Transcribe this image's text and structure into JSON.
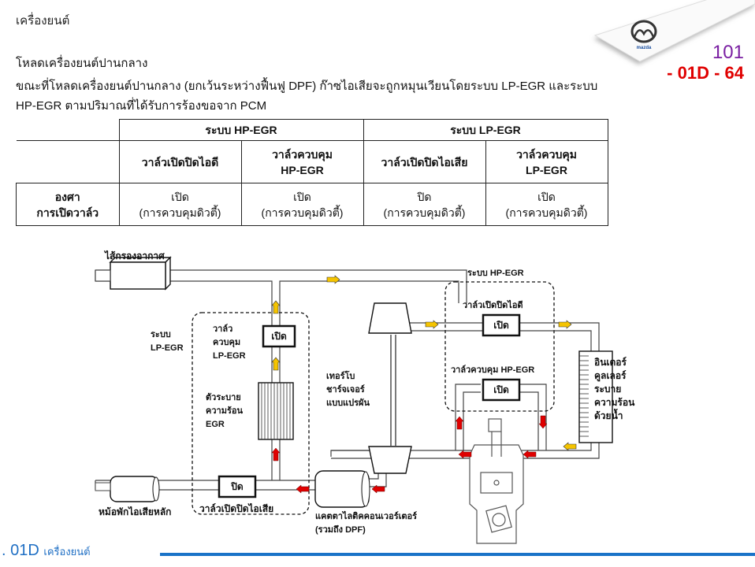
{
  "header": {
    "title": "เครื่องยนต์"
  },
  "page_number": {
    "line1": "101",
    "line2": "- 01D - 64"
  },
  "logo": {
    "brand": "mazda"
  },
  "section": {
    "title": "โหลดเครื่องยนต์ปานกลาง",
    "paragraph": "ขณะที่โหลดเครื่องยนต์ปานกลาง (ยกเว้นระหว่างฟื้นฟู DPF) ก๊าซไอเสียจะถูกหมุนเวียนโดยระบบ LP-EGR และระบบ HP-EGR ตามปริมาณที่ได้รับการร้องขอจาก PCM"
  },
  "table": {
    "groups": [
      "ระบบ HP-EGR",
      "ระบบ LP-EGR"
    ],
    "columns": [
      {
        "line1": "วาล์วเปิดปิดไอดี",
        "line2": ""
      },
      {
        "line1": "วาล์วควบคุม",
        "line2": "HP-EGR"
      },
      {
        "line1": "วาล์วเปิดปิดไอเสีย",
        "line2": ""
      },
      {
        "line1": "วาล์วควบคุม",
        "line2": "LP-EGR"
      }
    ],
    "row": {
      "header_line1": "องศา",
      "header_line2": "การเปิดวาล์ว",
      "cells": [
        {
          "state": "เปิด",
          "mode": "(การควบคุมดิวตี้)"
        },
        {
          "state": "เปิด",
          "mode": "(การควบคุมดิวตี้)"
        },
        {
          "state": "ปิด",
          "mode": "(การควบคุมดิวตี้)"
        },
        {
          "state": "เปิด",
          "mode": "(การควบคุมดิวตี้)"
        }
      ]
    }
  },
  "diagram": {
    "air_filter": "ไส้กรองอากาศ",
    "lp_system_line1": "ระบบ",
    "lp_system_line2": "LP-EGR",
    "lp_valve_line1": "วาล์ว",
    "lp_valve_line2": "ควบคุม",
    "lp_valve_line3": "LP-EGR",
    "lp_valve_state": "เปิด",
    "egr_cooler_line1": "ตัวระบาย",
    "egr_cooler_line2": "ความร้อน",
    "egr_cooler_line3": "EGR",
    "exhaust_valve_state": "ปิด",
    "exhaust_valve_label": "วาล์วเปิดปิดไอเสีย",
    "main_silencer": "หม้อพักไอเสียหลัก",
    "turbo_line1": "เทอร์โบ",
    "turbo_line2": "ชาร์จเจอร์",
    "turbo_line3": "แบบแปรผัน",
    "catalyst_line1": "แคตตาไลติคคอนเวอร์เตอร์",
    "catalyst_line2": "(รวมถึง DPF)",
    "hp_system": "ระบบ HP-EGR",
    "intake_valve_label": "วาล์วเปิดปิดไอดี",
    "intake_valve_state": "เปิด",
    "hp_valve_label": "วาล์วควบคุม HP-EGR",
    "hp_valve_state": "เปิด",
    "intercooler_line1": "อินเตอร์",
    "intercooler_line2": "คูลเลอร์",
    "intercooler_line3": "ระบาย",
    "intercooler_line4": "ความร้อน",
    "intercooler_line5": "ด้วยน้ำ",
    "colors": {
      "fresh_air": "#f5c400",
      "exhaust": "#e00000"
    }
  },
  "footer": {
    "chapter": "01D",
    "chapter_name": "เครื่องยนต์",
    "accent": "#1a73c8"
  }
}
